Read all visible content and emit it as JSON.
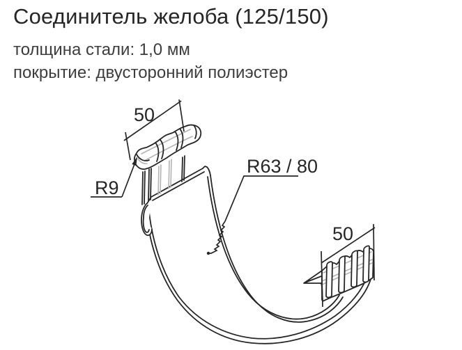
{
  "header": {
    "title": "Соединитель желоба (125/150)",
    "specs": [
      "толщина стали: 1,0 мм",
      "покрытие: двусторонний полиэстер"
    ]
  },
  "diagram": {
    "type": "technical-drawing",
    "subject": "gutter-connector",
    "labels": {
      "top_width": "50",
      "bead_radius": "R9",
      "main_radius": "R63 / 80",
      "right_width": "50"
    },
    "colors": {
      "line": "#262626",
      "light_line": "#b3b3b3",
      "title_text": "#262626",
      "spec_text": "#3d3d3d",
      "background": "#ffffff"
    }
  }
}
